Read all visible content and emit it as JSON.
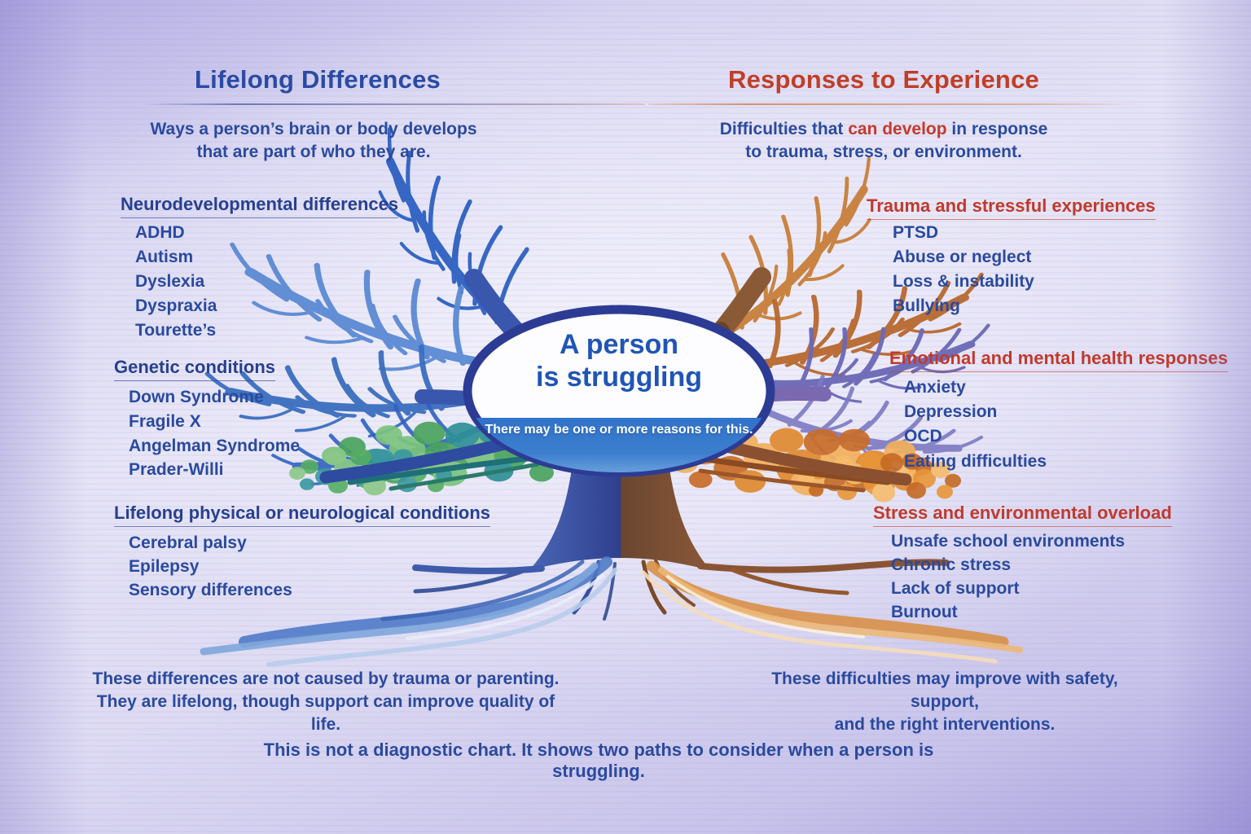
{
  "left_panel": {
    "title": "Lifelong Differences",
    "subtitle_line1": "Ways a person’s brain or body develops",
    "subtitle_line2": "that are part of who they are.",
    "sections": [
      {
        "heading": "Neurodevelopmental differences",
        "items": [
          "ADHD",
          "Autism",
          "Dyslexia",
          "Dyspraxia",
          "Tourette’s"
        ]
      },
      {
        "heading": "Genetic conditions",
        "items": [
          "Down Syndrome",
          "Fragile X",
          "Angelman Syndrome",
          "Prader-Willi"
        ]
      },
      {
        "heading": "Lifelong physical or neurological conditions",
        "items": [
          "Cerebral palsy",
          "Epilepsy",
          "Sensory differences"
        ]
      }
    ],
    "note_line1": "These differences are not caused by trauma or parenting.",
    "note_line2": "They are lifelong, though support can improve quality of life."
  },
  "right_panel": {
    "title": "Responses to Experience",
    "subtitle_prefix": "Difficulties that ",
    "subtitle_highlight": "can develop",
    "subtitle_suffix": " in response",
    "subtitle_line2": "to trauma, stress, or environment.",
    "sections": [
      {
        "heading": "Trauma and stressful experiences",
        "items": [
          "PTSD",
          "Abuse or neglect",
          "Loss & instability",
          "Bullying"
        ]
      },
      {
        "heading": "Emotional and mental health responses",
        "items": [
          "Anxiety",
          "Depression",
          "OCD",
          "Eating difficulties"
        ]
      },
      {
        "heading": "Stress and environmental overload",
        "items": [
          "Unsafe school environments",
          "Chronic stress",
          "Lack of support",
          "Burnout"
        ]
      }
    ],
    "note_line1": "These difficulties may improve with safety, support,",
    "note_line2": "and the right interventions."
  },
  "center": {
    "title_line1": "A person",
    "title_line2": "is struggling",
    "band_text": "There may be one or more reasons for this."
  },
  "footer": "This is not a diagnostic chart. It shows two paths to consider when a person is struggling.",
  "colors": {
    "accent_blue": "#2a4ba4",
    "accent_red": "#c03e28",
    "text_navy": "#2a4a9e",
    "oval_band_blue": "#2f72c8",
    "tree_blue": "#2f62c2",
    "tree_orange": "#c8803c",
    "tree_purple": "#6b68b6",
    "foliage_green": "#4aa45e",
    "foliage_orange": "#e08a30"
  }
}
